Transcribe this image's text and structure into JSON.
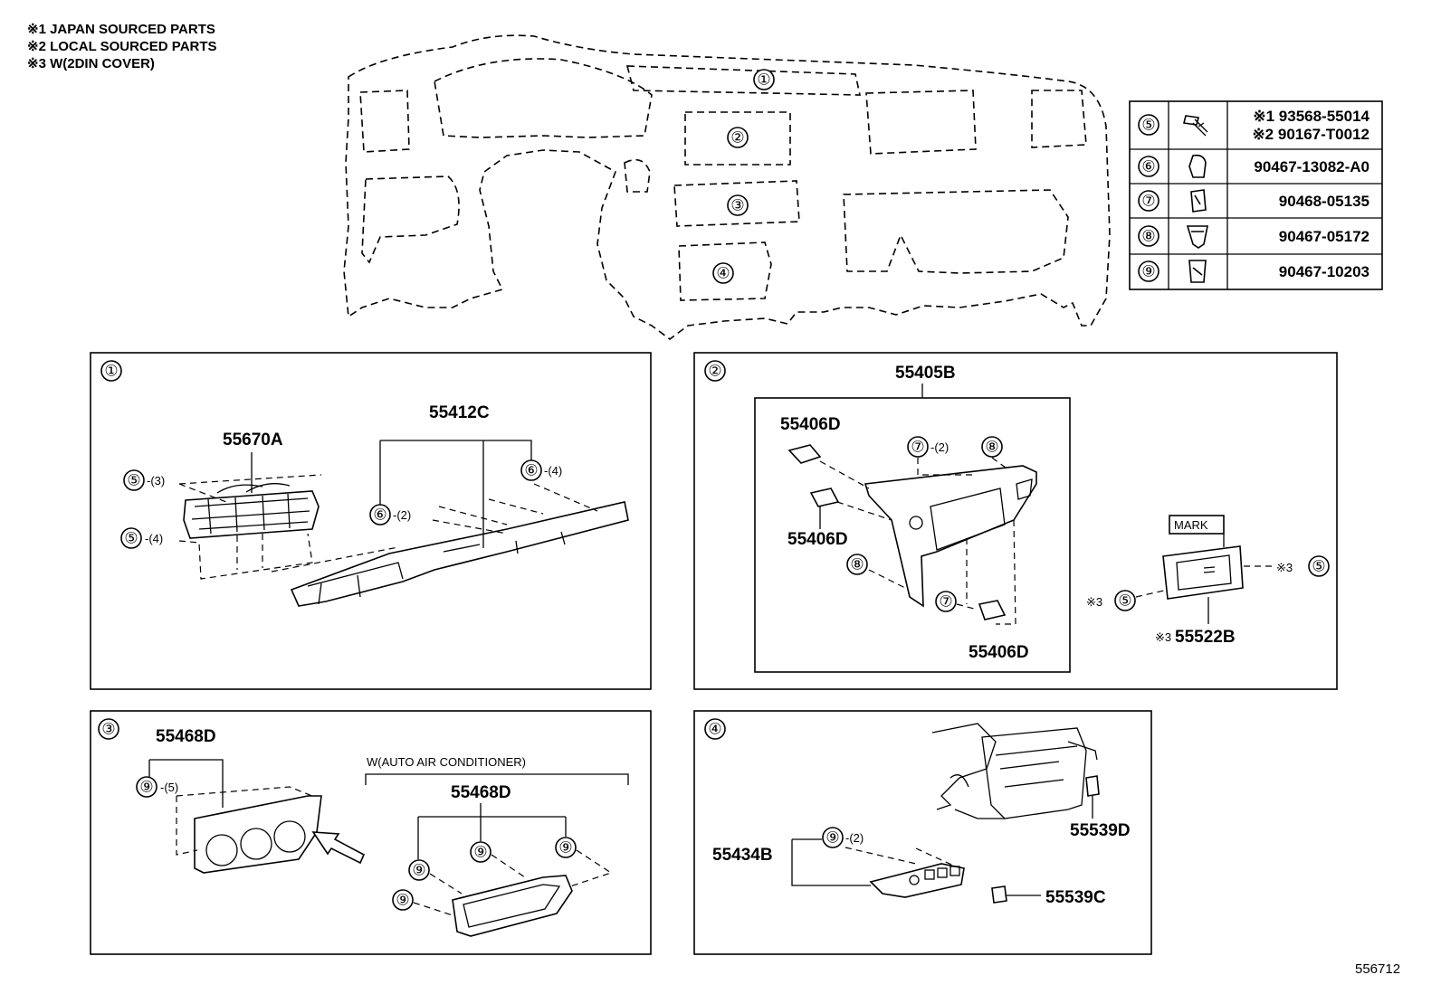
{
  "notes": [
    "※1 JAPAN SOURCED PARTS",
    "※2 LOCAL SOURCED PARTS",
    "※3 W(2DIN COVER)"
  ],
  "overview_markers": [
    "①",
    "②",
    "③",
    "④"
  ],
  "fastener_table": {
    "rows": [
      {
        "ref": "⑤",
        "icon": "screw-icon",
        "parts": [
          "※1 93568-55014",
          "※2 90167-T0012"
        ]
      },
      {
        "ref": "⑥",
        "icon": "clip-icon",
        "parts": [
          "90467-13082-A0"
        ]
      },
      {
        "ref": "⑦",
        "icon": "clip-icon",
        "parts": [
          "90468-05135"
        ]
      },
      {
        "ref": "⑧",
        "icon": "clip-icon",
        "parts": [
          "90467-05172"
        ]
      },
      {
        "ref": "⑨",
        "icon": "clip-icon",
        "parts": [
          "90467-10203"
        ]
      }
    ]
  },
  "panel1": {
    "ref": "①",
    "labels": {
      "p55670A": "55670A",
      "p55412C": "55412C",
      "c5a": "⑤",
      "q5a": "-(3)",
      "c5b": "⑤",
      "q5b": "-(4)",
      "c6a": "⑥",
      "q6a": "-(2)",
      "c6b": "⑥",
      "q6b": "-(4)"
    }
  },
  "panel2": {
    "ref": "②",
    "labels": {
      "p55405B": "55405B",
      "p55406D_1": "55406D",
      "p55406D_2": "55406D",
      "p55406D_3": "55406D",
      "c7a": "⑦",
      "q7a": "-(2)",
      "c8a": "⑧",
      "c8b": "⑧",
      "c7b": "⑦",
      "mark": "MARK",
      "x3a": "※3",
      "c5a": "⑤",
      "x3b": "※3",
      "c5b": "⑤",
      "x3c": "※3",
      "p55522B": "55522B"
    }
  },
  "panel3": {
    "ref": "③",
    "labels": {
      "p55468D_1": "55468D",
      "c9a": "⑨",
      "q9a": "-(5)",
      "variant": "W(AUTO AIR CONDITIONER)",
      "p55468D_2": "55468D",
      "c9b": "⑨",
      "c9c": "⑨",
      "c9d": "⑨",
      "c9e": "⑨"
    }
  },
  "panel4": {
    "ref": "④",
    "labels": {
      "c9a": "⑨",
      "q9a": "-(2)",
      "p55434B": "55434B",
      "p55539D": "55539D",
      "p55539C": "55539C"
    }
  },
  "figure_id": "556712"
}
